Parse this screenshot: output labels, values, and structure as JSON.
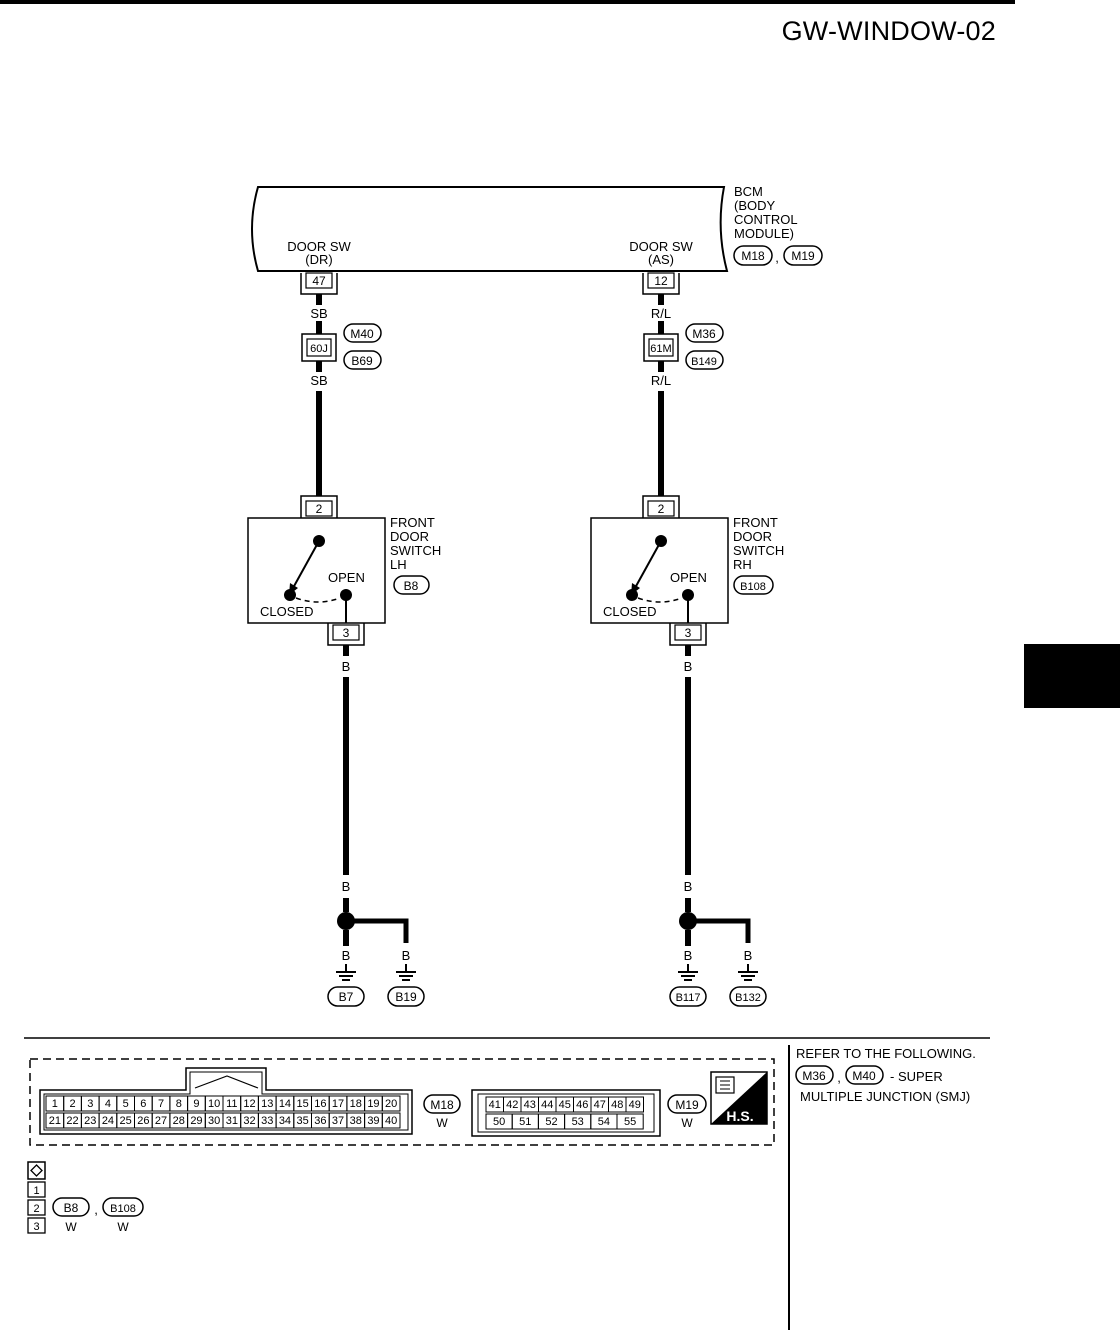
{
  "page": {
    "code": "GW-WINDOW-02"
  },
  "bcm": {
    "name_lines": [
      "BCM",
      "(BODY",
      "CONTROL",
      "MODULE)"
    ],
    "connectors": [
      "M18",
      "M19"
    ],
    "left_port": {
      "label_lines": [
        "DOOR SW",
        "(DR)"
      ],
      "pin": "47"
    },
    "right_port": {
      "label_lines": [
        "DOOR SW",
        "(AS)"
      ],
      "pin": "12"
    },
    "separator": ","
  },
  "left_circuit": {
    "upper_wire_color": "SB",
    "junction_pin": "60J",
    "junction_connectors": [
      "M40",
      "B69"
    ],
    "switch": {
      "name_lines": [
        "FRONT",
        "DOOR",
        "SWITCH",
        "LH"
      ],
      "connector": "B8",
      "pin_top": "2",
      "pin_bottom": "3",
      "open_label": "OPEN",
      "closed_label": "CLOSED"
    },
    "lower_wire_color": "B",
    "grounds": [
      "B7",
      "B19"
    ]
  },
  "right_circuit": {
    "upper_wire_color": "R/L",
    "junction_pin": "61M",
    "junction_connectors": [
      "M36",
      "B149"
    ],
    "switch": {
      "name_lines": [
        "FRONT",
        "DOOR",
        "SWITCH",
        "RH"
      ],
      "connector": "B108",
      "pin_top": "2",
      "pin_bottom": "3",
      "open_label": "OPEN",
      "closed_label": "CLOSED"
    },
    "lower_wire_color": "B",
    "grounds": [
      "B117",
      "B132"
    ]
  },
  "connector_views": {
    "m18": {
      "id": "M18",
      "color": "W",
      "row1": [
        "1",
        "2",
        "3",
        "4",
        "5",
        "6",
        "7",
        "8",
        "9",
        "10",
        "11",
        "12",
        "13",
        "14",
        "15",
        "16",
        "17",
        "18",
        "19",
        "20"
      ],
      "row2": [
        "21",
        "22",
        "23",
        "24",
        "25",
        "26",
        "27",
        "28",
        "29",
        "30",
        "31",
        "32",
        "33",
        "34",
        "35",
        "36",
        "37",
        "38",
        "39",
        "40"
      ]
    },
    "m19": {
      "id": "M19",
      "color": "W",
      "row1": [
        "41",
        "42",
        "43",
        "44",
        "45",
        "46",
        "47",
        "48",
        "49"
      ],
      "row2": [
        "50",
        "51",
        "52",
        "53",
        "54",
        "55"
      ]
    },
    "hs_label": "H.S.",
    "small": {
      "pins": [
        "1",
        "2",
        "3"
      ],
      "connectors": [
        "B8",
        "B108"
      ],
      "colors": [
        "W",
        "W"
      ]
    }
  },
  "refer_note": {
    "title": "REFER TO THE FOLLOWING.",
    "connectors": [
      "M36",
      "M40"
    ],
    "line1_suffix": "- SUPER",
    "line2": "MULTIPLE JUNCTION (SMJ)"
  }
}
